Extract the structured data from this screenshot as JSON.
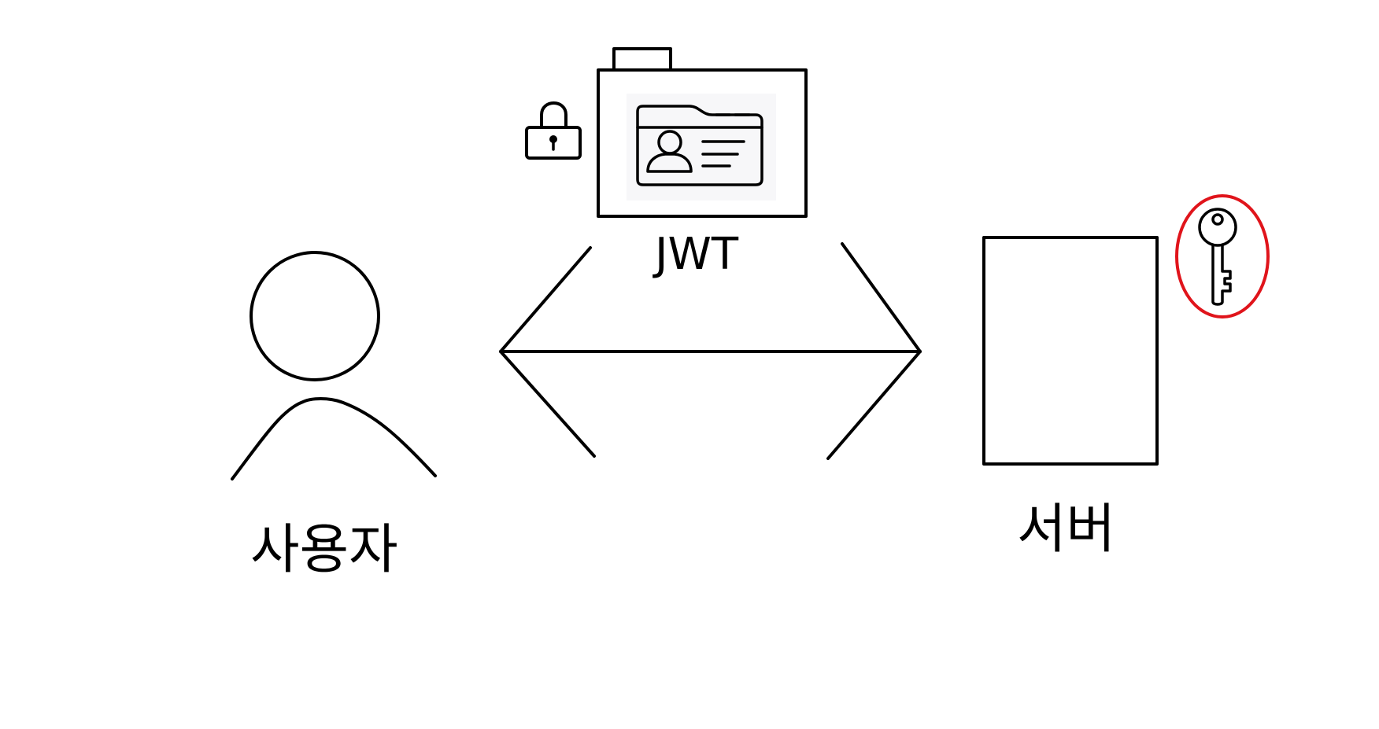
{
  "labels": {
    "jwt": "JWT",
    "user": "사용자",
    "server": "서버"
  },
  "icons": {
    "user": "person-icon",
    "token": "id-card-icon",
    "lock": "padlock-icon",
    "key": "key-icon"
  },
  "colors": {
    "stroke": "#000000",
    "key_highlight": "#e0141b",
    "background": "#ffffff",
    "card_background": "#f7f7f9"
  }
}
